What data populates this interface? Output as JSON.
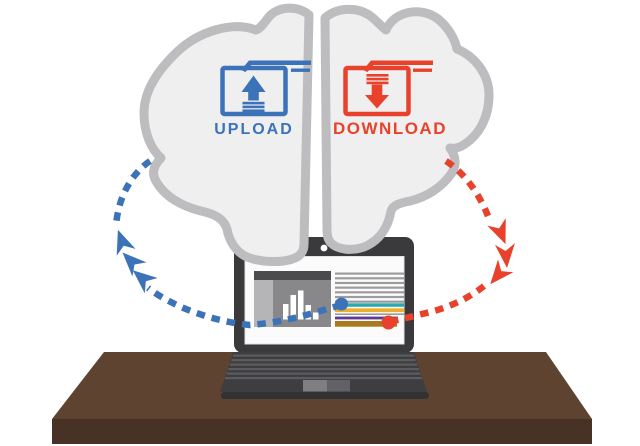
{
  "illustration": {
    "background_color": "#ffffff",
    "cloud": {
      "upload_label": "UPLOAD",
      "download_label": "DOWNLOAD",
      "border_color": "#bdbdc0",
      "fill_color": "#efeff0",
      "upload_color": "#3b72b8",
      "download_color": "#e8422c",
      "upload_icon": "folder-upload-icon",
      "download_icon": "folder-download-icon"
    },
    "arrows": {
      "upload_color": "#3b72b8",
      "download_color": "#e8422c",
      "style": "dashed",
      "upload_arrowhead_count": 3,
      "download_arrowhead_count": 3
    },
    "laptop": {
      "bezel_color": "#3a393c",
      "screen_color": "#fbfbfb",
      "deck_color": "#3e3e41",
      "keyboard_line_color": "#5c5c60",
      "keyboard_line_count": 6,
      "base_color": "#323235",
      "touchpad_left_color": "#7f7f82",
      "touchpad_right_color": "#626266",
      "webcam_color": "#ffffff"
    },
    "laptop_screen": {
      "window_header_color": "#4b4b4e",
      "window_sidebar_color": "#b5b5b7",
      "window_body_color": "#88888b",
      "bar_chart": {
        "type": "bar",
        "values": [
          15.5,
          24.5,
          29,
          14.5,
          7
        ],
        "bar_color": "#ffffff"
      },
      "text_line_count": 7,
      "text_line_color": "#9c9c9e",
      "separator_line_color": "#9c9c9e",
      "highlight_bars": [
        {
          "name": "teal",
          "color": "#2ba9ae"
        },
        {
          "name": "yellow",
          "color": "#eeae2e"
        },
        {
          "name": "purple",
          "color": "#5c3a9a"
        },
        {
          "name": "gold",
          "color": "#a9791e"
        }
      ],
      "upload_node_color": "#3b72b8",
      "download_node_color": "#e8422c"
    },
    "desk": {
      "top_color": "#5e4430",
      "front_color": "#483225"
    }
  }
}
